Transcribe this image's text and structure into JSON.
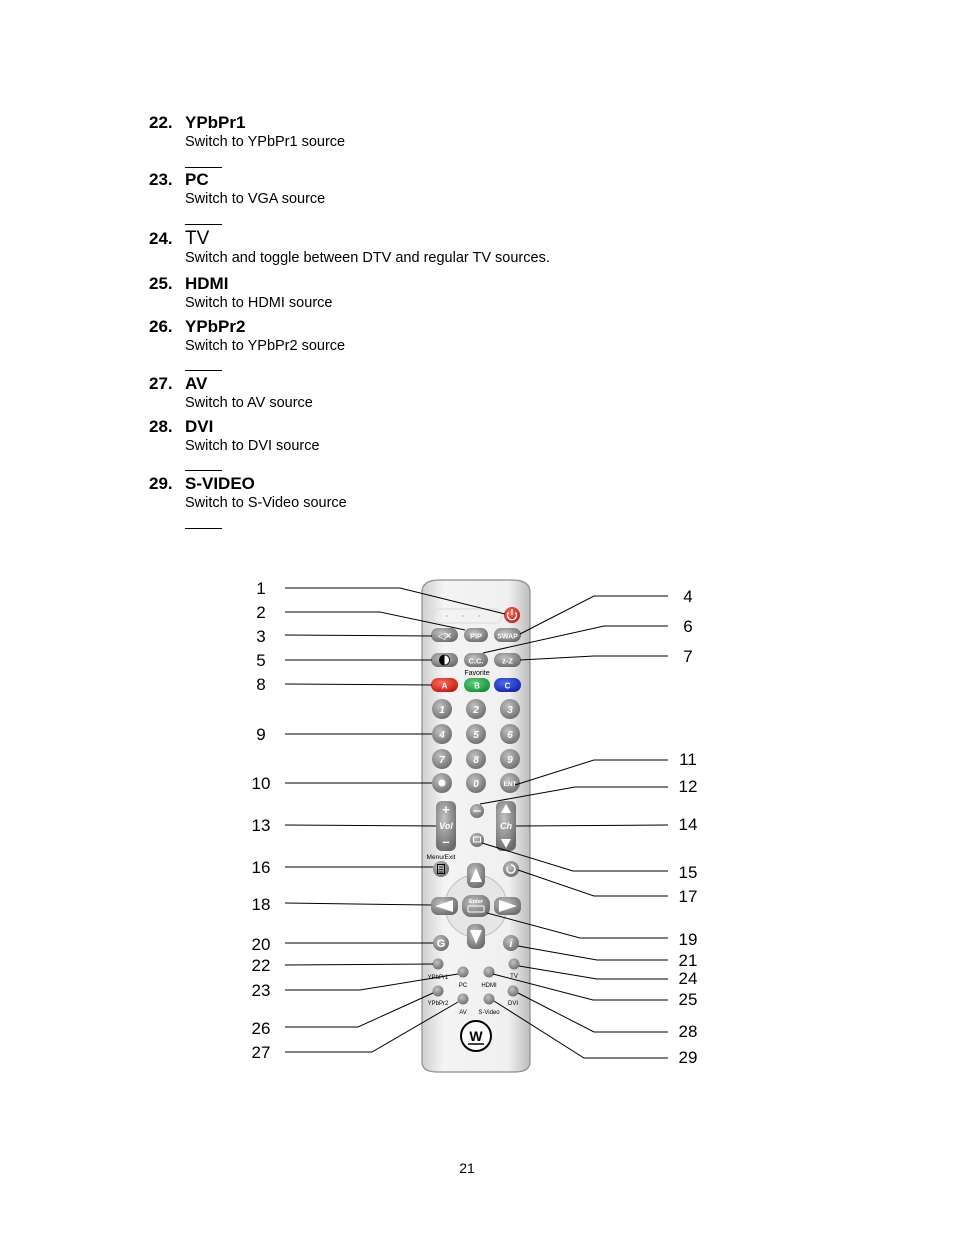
{
  "entries": [
    {
      "number": "22.",
      "name": "YPbPr1",
      "desc": "Switch to YPbPr1 source"
    },
    {
      "number": "23.",
      "name": "PC",
      "desc": "Switch to VGA source"
    },
    {
      "number": "24.",
      "name": "TV",
      "desc": "Switch and toggle between DTV and regular TV sources."
    },
    {
      "number": "25.",
      "name": "HDMI",
      "desc": "Switch to HDMI source"
    },
    {
      "number": "26.",
      "name": "YPbPr2",
      "desc": "Switch to YPbPr2 source"
    },
    {
      "number": "27.",
      "name": "AV",
      "desc": "Switch to AV source"
    },
    {
      "number": "28.",
      "name": "DVI",
      "desc": "Switch to DVI source"
    },
    {
      "number": "29.",
      "name": "S-VIDEO",
      "desc": "Switch to S-Video source"
    }
  ],
  "remote": {
    "callouts_left": [
      "1",
      "2",
      "3",
      "5",
      "8",
      "9",
      "10",
      "13",
      "16",
      "18",
      "20",
      "22",
      "23",
      "26",
      "27"
    ],
    "callouts_right": [
      "4",
      "6",
      "7",
      "11",
      "12",
      "14",
      "15",
      "17",
      "19",
      "21",
      "24",
      "25",
      "28",
      "29"
    ],
    "labels": {
      "pip": "PIP",
      "swap": "SWAP",
      "cc": "C.C.",
      "sleep": "z-Z",
      "favorite": "Favorite",
      "a": "A",
      "b": "B",
      "c": "C",
      "digits": [
        "1",
        "2",
        "3",
        "4",
        "5",
        "6",
        "7",
        "8",
        "9",
        "0"
      ],
      "ent": "ENT",
      "vol": "Vol",
      "ch": "Ch",
      "menu_exit": "Menu/Exit",
      "enter": "Enter",
      "ypbpr1": "YPbPr1",
      "pc": "PC",
      "hdmi": "HDMI",
      "tv": "TV",
      "ypbpr2": "YPbPr2",
      "av": "AV",
      "svideo": "S-Video",
      "dvi": "DVI",
      "logo": "W"
    }
  },
  "page_number": "21"
}
